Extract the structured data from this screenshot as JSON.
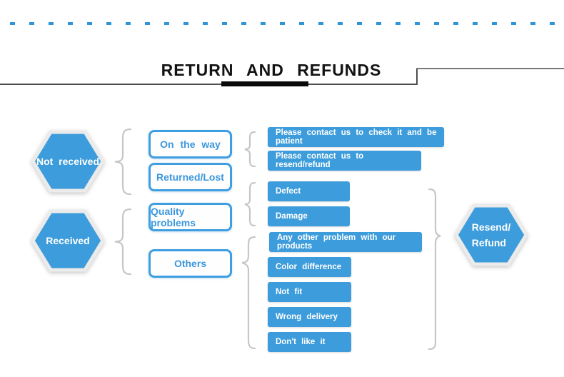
{
  "header": {
    "title": "RETURN AND REFUNDS"
  },
  "hexagons": {
    "not_received": {
      "label": "Not received"
    },
    "received": {
      "label": "Received"
    },
    "resend_refund": {
      "line1": "Resend/",
      "line2": "Refund"
    }
  },
  "category_boxes": [
    {
      "label": "On the way"
    },
    {
      "label": "Returned/Lost"
    },
    {
      "label": "Quality problems"
    },
    {
      "label": "Others"
    }
  ],
  "outcome_boxes": [
    {
      "label": "Please contact us to check it and be patient"
    },
    {
      "label": "Please contact us to resend/refund"
    },
    {
      "label": "Defect"
    },
    {
      "label": "Damage"
    },
    {
      "label": "Any other problem with our products"
    },
    {
      "label": "Color difference"
    },
    {
      "label": "Not fit"
    },
    {
      "label": "Wrong delivery"
    },
    {
      "label": "Don't like it"
    }
  ],
  "colors": {
    "accent_blue": "#3d9cdb",
    "outline_blue": "#3e9ee2",
    "text_blue": "#3b97dd",
    "brace_gray": "#c6c6c6",
    "dotted_blue": "#2e96d8"
  }
}
